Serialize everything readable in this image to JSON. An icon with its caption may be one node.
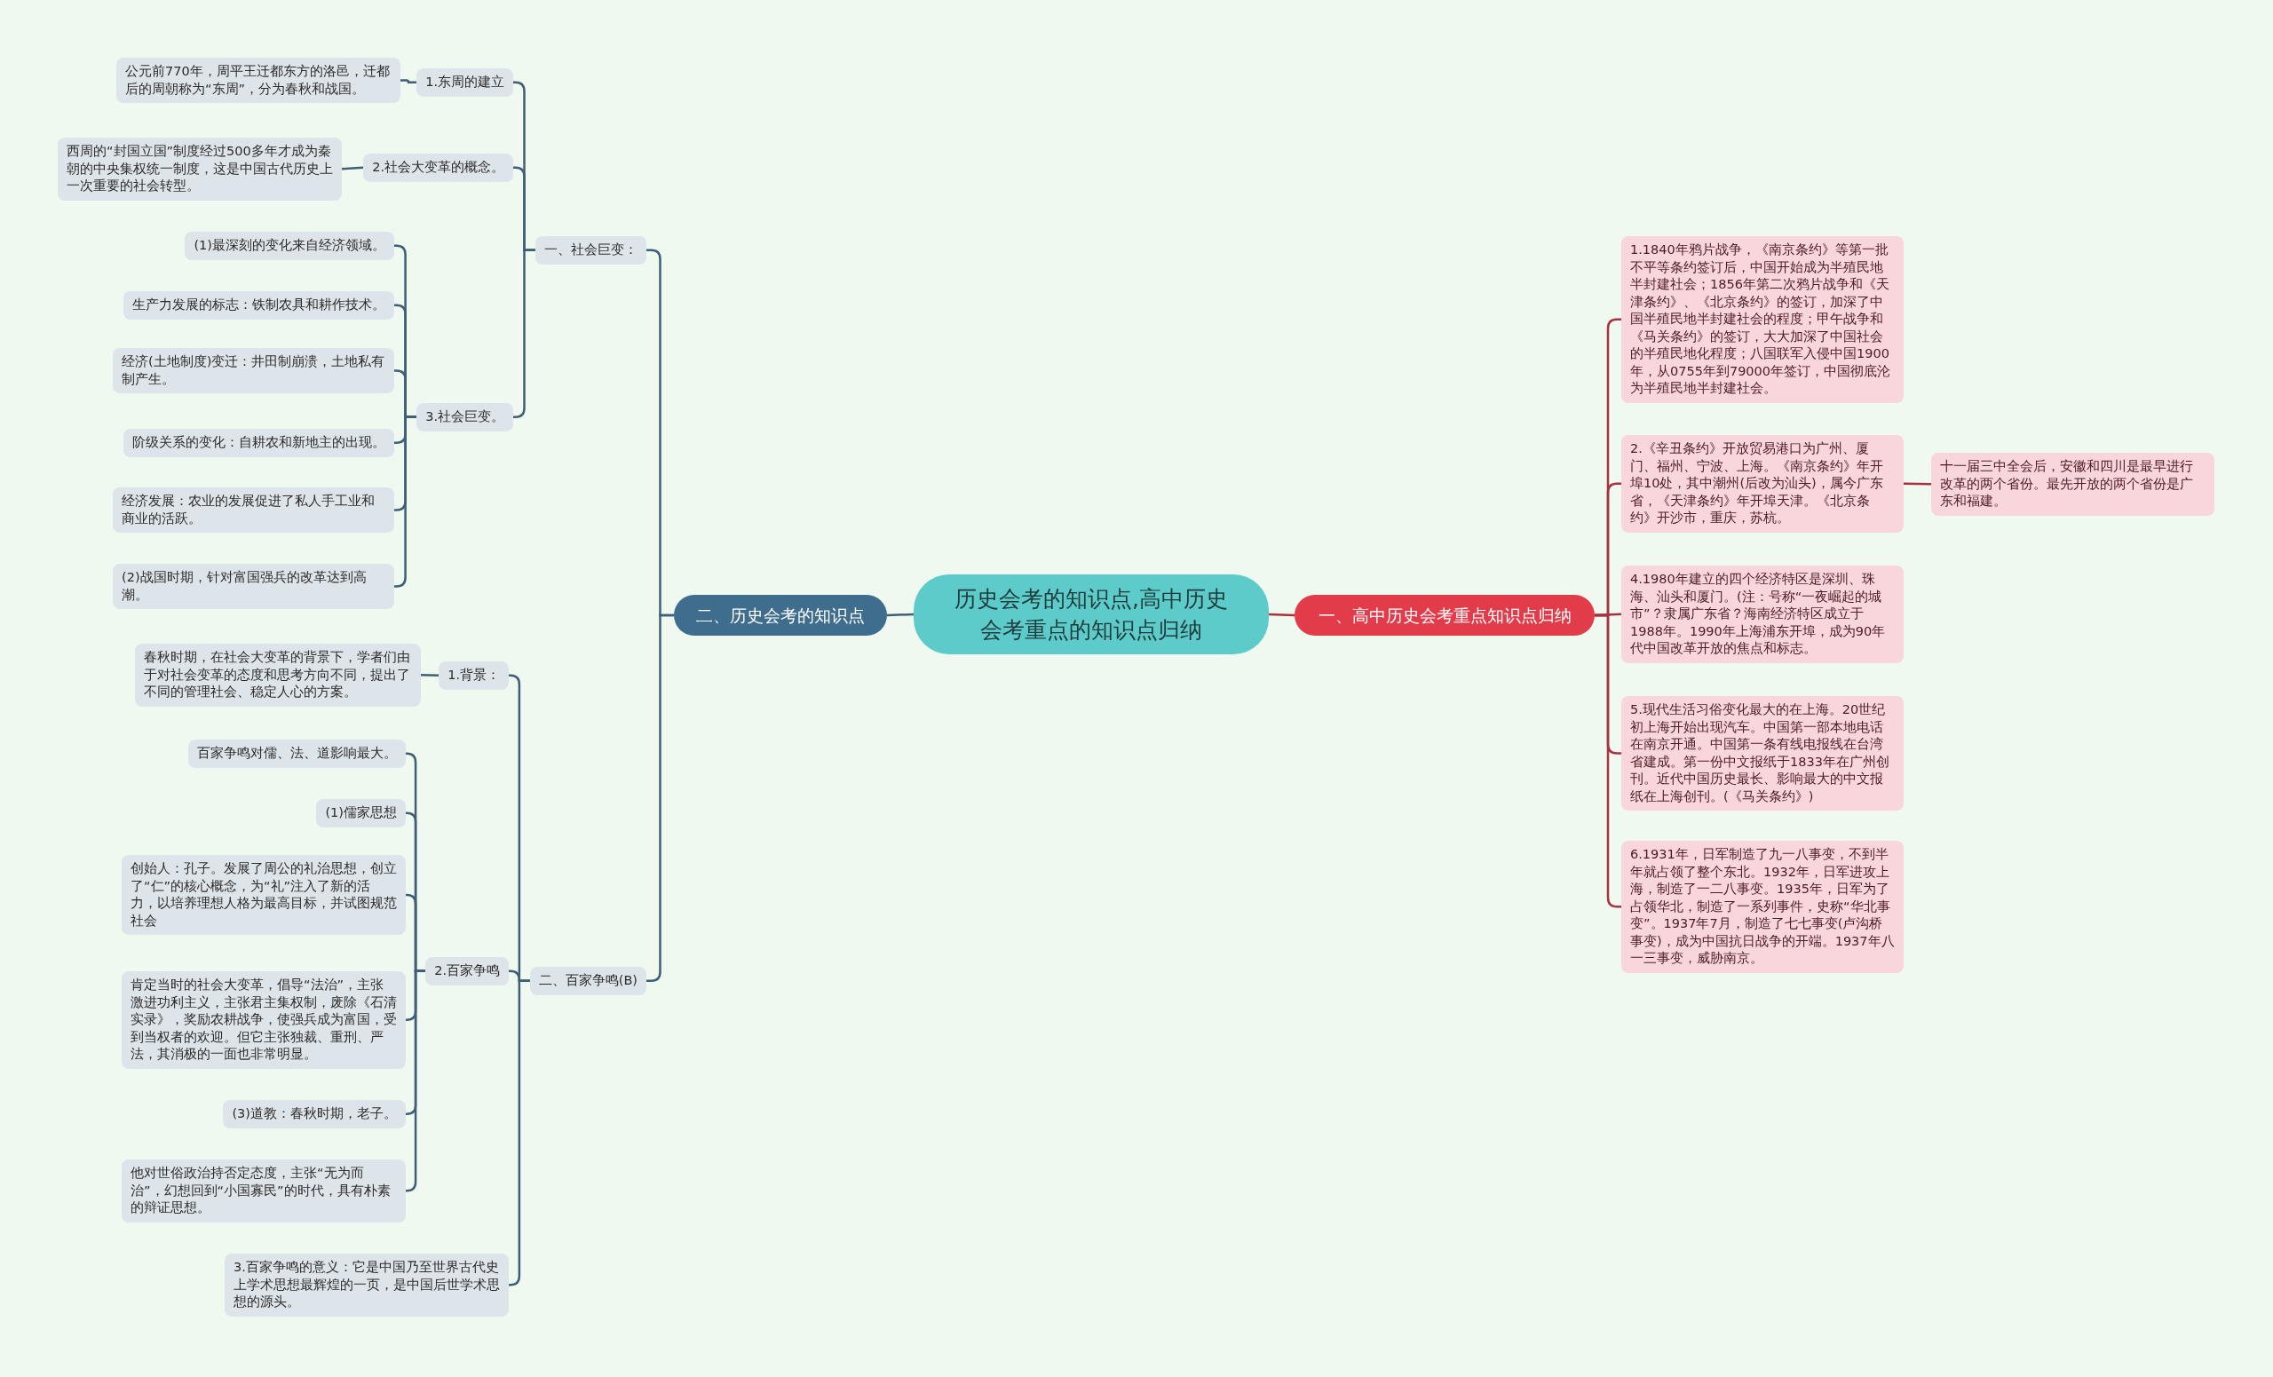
{
  "diagram": {
    "nodes": [
      {
        "text": [
          "历史会考的知识点,高中历史会考重点的知识点归纳"
        ]
      },
      {
        "text": [
          "一、高中历史会考重点知识点归纳"
        ]
      },
      {
        "text": [
          "1.1840年鸦片战争，《南京条约》等第一批不平等条约签订后，中国开始成为半殖民地半封建社会；1856年第二次鸦片战争和《天津条约》、《北京条约》的签订，加深了中国半殖民地半封建社会的程度；甲午战争和《马关条约》的签订，大大加深了中国社会的半殖民地化程度；八国联军入侵中国1900年，从0755年到79000年签订，中国彻底沦为半殖民地半封建社会。"
        ]
      },
      {
        "text": [
          "2.《辛丑条约》开放贸易港口为广州、厦门、福州、宁波、上海。《南京条约》年开埠10处，其中潮州(后改为汕头)，属今广东省，《天津条约》年开埠天津。《北京条约》开沙市，重庆，苏杭。"
        ]
      },
      {
        "text": [
          "十一届三中全会后，安徽和四川是最早进行改革的两个省份。最先开放的两个省份是广东和福建。"
        ]
      },
      {
        "text": [
          "4.1980年建立的四个经济特区是深圳、珠海、汕头和厦门。(注：号称“一夜崛起的城市”？隶属广东省？海南经济特区成立于1988年。1990年上海浦东开埠，成为90年代中国改革开放的焦点和标志。"
        ]
      },
      {
        "text": [
          "5.现代生活习俗变化最大的在上海。20世纪初上海开始出现汽车。中国第一部本地电话在南京开通。中国第一条有线电报线在台湾省建成。第一份中文报纸于1833年在广州创刊。近代中国历史最长、影响最大的中文报纸在上海创刊。(《马关条约》)"
        ]
      },
      {
        "text": [
          "6.1931年，日军制造了九一八事变，不到半年就占领了整个东北。1932年，日军进攻上海，制造了一二八事变。1935年，日军为了占领华北，制造了一系列事件，史称“华北事变”。1937年7月，制造了七七事变(卢沟桥事变)，成为中国抗日战争的开端。1937年八一三事变，威胁南京。"
        ]
      },
      {
        "text": [
          "二、历史会考的知识点"
        ]
      },
      {
        "text": [
          "一、社会巨变："
        ]
      },
      {
        "text": [
          "1.东周的建立"
        ]
      },
      {
        "text": [
          "公元前770年，周平王迁都东方的洛邑，迁都后的周朝称为“东周”，分为春秋和战国。"
        ]
      },
      {
        "text": [
          "2.社会大变革的概念。"
        ]
      },
      {
        "text": [
          "西周的“封国立国”制度经过500多年才成为秦朝的中央集权统一制度，这是中国古代历史上一次重要的社会转型。"
        ]
      },
      {
        "text": [
          "3.社会巨变。"
        ]
      },
      {
        "text": [
          "(1)最深刻的变化来自经济领域。"
        ]
      },
      {
        "text": [
          "生产力发展的标志：铁制农具和耕作技术。"
        ]
      },
      {
        "text": [
          "经济(土地制度)变迁：井田制崩溃，土地私有制产生。"
        ]
      },
      {
        "text": [
          "阶级关系的变化：自耕农和新地主的出现。"
        ]
      },
      {
        "text": [
          "经济发展：农业的发展促进了私人手工业和商业的活跃。"
        ]
      },
      {
        "text": [
          "(2)战国时期，针对富国强兵的改革达到高潮。"
        ]
      },
      {
        "text": [
          "二、百家争鸣(B)"
        ]
      },
      {
        "text": [
          "1.背景："
        ]
      },
      {
        "text": [
          "春秋时期，在社会大变革的背景下，学者们由于对社会变革的态度和思考方向不同，提出了不同的管理社会、稳定人心的方案。"
        ]
      },
      {
        "text": [
          "2.百家争鸣"
        ]
      },
      {
        "text": [
          "百家争鸣对儒、法、道影响最大。"
        ]
      },
      {
        "text": [
          "(1)儒家思想"
        ]
      },
      {
        "text": [
          "创始人：孔子。发展了周公的礼治思想，创立了“仁”的核心概念，为“礼”注入了新的活力，以培养理想人格为最高目标，并试图规范社会"
        ]
      },
      {
        "text": [
          "肯定当时的社会大变革，倡导“法治”，主张激进功利主义，主张君主集权制，废除《石清实录》，奖励农耕战争，使强兵成为富国，受到当权者的欢迎。但它主张独裁、重刑、严法，其消极的一面也非常明显。"
        ]
      },
      {
        "text": [
          "(3)道教：春秋时期，老子。"
        ]
      },
      {
        "text": [
          "他对世俗政治持否定态度，主张“无为而治”，幻想回到“小国寡民”的时代，具有朴素的辩证思想。"
        ]
      },
      {
        "text": [
          "3.百家争鸣的意义：它是中国乃至世界古代史上学术思想最辉煌的一页，是中国后世学术思想的源头。"
        ]
      }
    ],
    "edges": [
      {
        "from": 0,
        "to": 1,
        "arrow": "none",
        "color": "#a8323e"
      },
      {
        "from": 1,
        "to": 2,
        "arrow": "none",
        "color": "#a8323e"
      },
      {
        "from": 1,
        "to": 3,
        "arrow": "none",
        "color": "#a8323e"
      },
      {
        "from": 3,
        "to": 4,
        "arrow": "none",
        "color": "#a8323e"
      },
      {
        "from": 1,
        "to": 5,
        "arrow": "none",
        "color": "#a8323e"
      },
      {
        "from": 1,
        "to": 6,
        "arrow": "none",
        "color": "#a8323e"
      },
      {
        "from": 1,
        "to": 7,
        "arrow": "none",
        "color": "#a8323e"
      },
      {
        "from": 0,
        "to": 8,
        "arrow": "none"
      },
      {
        "from": 8,
        "to": 9,
        "arrow": "none"
      },
      {
        "from": 9,
        "to": 10,
        "arrow": "none"
      },
      {
        "from": 10,
        "to": 11,
        "arrow": "none"
      },
      {
        "from": 9,
        "to": 12,
        "arrow": "none"
      },
      {
        "from": 12,
        "to": 13,
        "arrow": "none"
      },
      {
        "from": 9,
        "to": 14,
        "arrow": "none"
      },
      {
        "from": 14,
        "to": 15,
        "arrow": "none"
      },
      {
        "from": 14,
        "to": 16,
        "arrow": "none"
      },
      {
        "from": 14,
        "to": 17,
        "arrow": "none"
      },
      {
        "from": 14,
        "to": 18,
        "arrow": "none"
      },
      {
        "from": 14,
        "to": 19,
        "arrow": "none"
      },
      {
        "from": 14,
        "to": 20,
        "arrow": "none"
      },
      {
        "from": 8,
        "to": 21,
        "arrow": "none"
      },
      {
        "from": 21,
        "to": 22,
        "arrow": "none"
      },
      {
        "from": 22,
        "to": 23,
        "arrow": "none"
      },
      {
        "from": 21,
        "to": 24,
        "arrow": "none"
      },
      {
        "from": 24,
        "to": 25,
        "arrow": "none"
      },
      {
        "from": 24,
        "to": 26,
        "arrow": "none"
      },
      {
        "from": 24,
        "to": 27,
        "arrow": "none"
      },
      {
        "from": 24,
        "to": 28,
        "arrow": "none"
      },
      {
        "from": 24,
        "to": 29,
        "arrow": "none"
      },
      {
        "from": 24,
        "to": 30,
        "arrow": "none"
      },
      {
        "from": 21,
        "to": 31,
        "arrow": "none"
      }
    ]
  }
}
